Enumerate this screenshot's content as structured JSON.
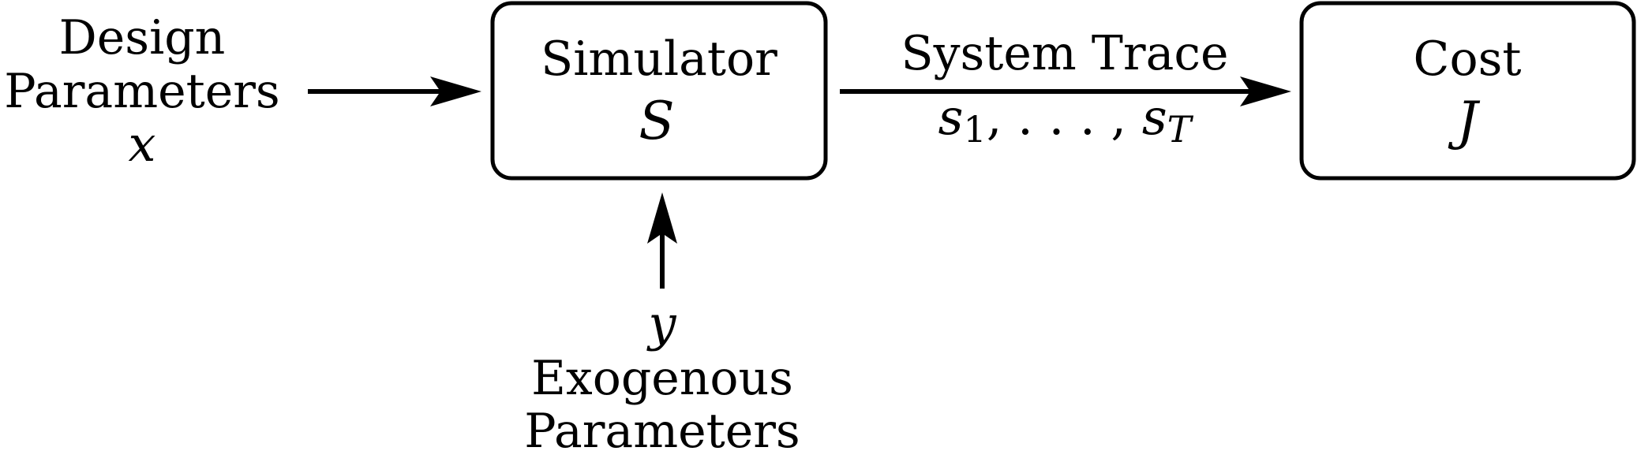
{
  "design_input": {
    "line1": "Design",
    "line2": "Parameters",
    "symbol": "x"
  },
  "simulator": {
    "label": "Simulator",
    "symbol": "S"
  },
  "exogenous_input": {
    "symbol": "y",
    "line1": "Exogenous",
    "line2": "Parameters"
  },
  "trace_edge": {
    "label": "System Trace",
    "first_symbol": "s",
    "first_subscript": "1",
    "separator": ", . . . , ",
    "last_symbol": "s",
    "last_subscript": "T"
  },
  "cost": {
    "label": "Cost",
    "symbol": "J"
  },
  "colors": {
    "stroke": "#000000",
    "background": "#ffffff"
  }
}
